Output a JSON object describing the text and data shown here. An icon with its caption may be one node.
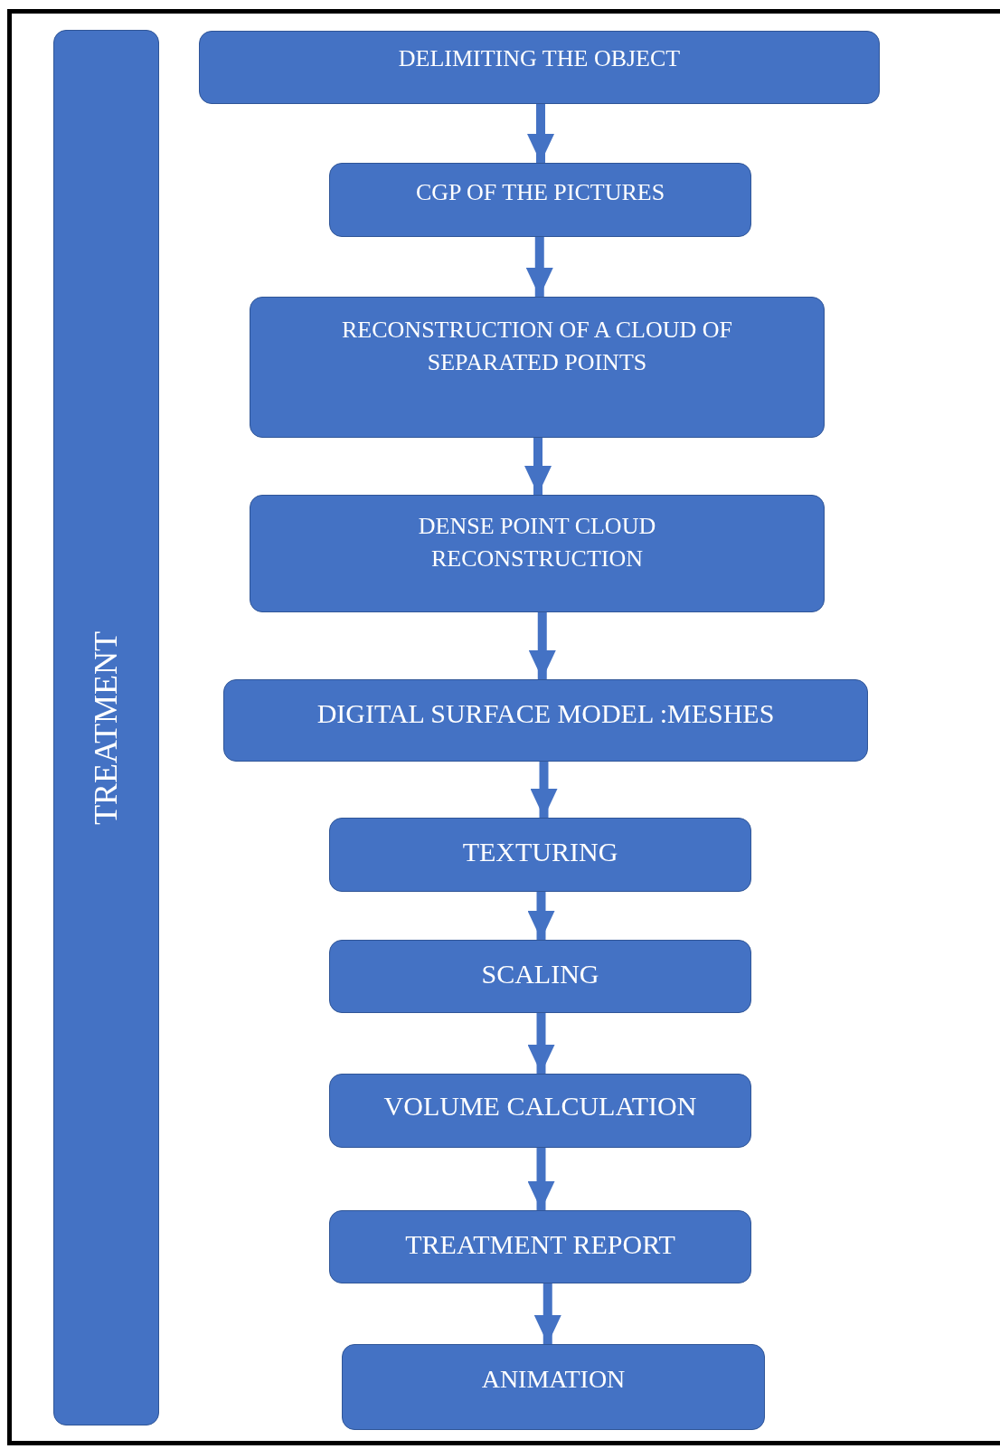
{
  "diagram": {
    "nodes": [
      {
        "text": [
          "TREATMENT"
        ]
      },
      {
        "text": [
          "DELIMITING THE OBJECT"
        ]
      },
      {
        "text": [
          "CGP OF THE PICTURES"
        ]
      },
      {
        "text": [
          "RECONSTRUCTION OF A CLOUD OF SEPARATED POINTS"
        ]
      },
      {
        "text": [
          "DENSE POINT CLOUD RECONSTRUCTION"
        ]
      },
      {
        "text": [
          "DIGITAL SURFACE MODEL :MESHES"
        ]
      },
      {
        "text": [
          "TEXTURING"
        ]
      },
      {
        "text": [
          "SCALING"
        ]
      },
      {
        "text": [
          "VOLUME CALCULATION"
        ]
      },
      {
        "text": [
          "TREATMENT REPORT"
        ]
      },
      {
        "text": [
          "ANIMATION"
        ]
      }
    ],
    "edges": [
      {
        "from": 1,
        "to": 2,
        "arrow": "to"
      },
      {
        "from": 2,
        "to": 3,
        "arrow": "to"
      },
      {
        "from": 3,
        "to": 4,
        "arrow": "to"
      },
      {
        "from": 4,
        "to": 5,
        "arrow": "to"
      },
      {
        "from": 5,
        "to": 6,
        "arrow": "to"
      },
      {
        "from": 6,
        "to": 7,
        "arrow": "to"
      },
      {
        "from": 7,
        "to": 8,
        "arrow": "to"
      },
      {
        "from": 8,
        "to": 9,
        "arrow": "to"
      },
      {
        "from": 9,
        "to": 10,
        "arrow": "to"
      }
    ]
  }
}
